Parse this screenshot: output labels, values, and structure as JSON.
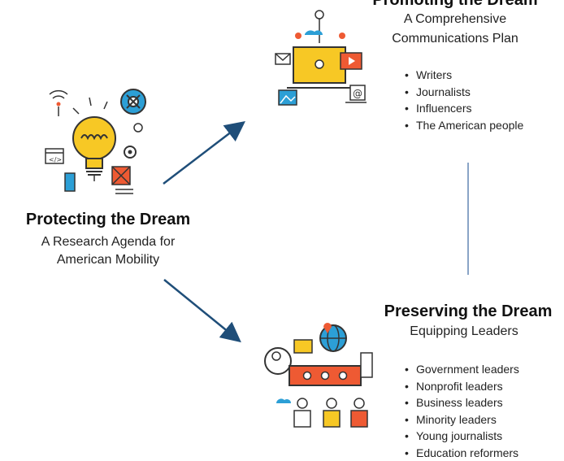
{
  "left": {
    "icon": "lightbulb-idea-icon",
    "title": "Protecting the Dream",
    "subtitle_line1": "A Research Agenda for",
    "subtitle_line2": "American Mobility"
  },
  "top": {
    "icon": "communications-devices-icon",
    "title": "Promoting the Dream",
    "subtitle_line1": "A Comprehensive",
    "subtitle_line2": "Communications Plan",
    "items": [
      "Writers",
      "Journalists",
      "Influencers",
      "The American people"
    ]
  },
  "bottom": {
    "icon": "leaders-network-icon",
    "title": "Preserving the Dream",
    "subtitle": "Equipping Leaders",
    "items": [
      "Government leaders",
      "Nonprofit leaders",
      "Business leaders",
      "Minority leaders",
      "Young journalists",
      "Education reformers"
    ]
  },
  "colors": {
    "arrow": "#1f4e79",
    "connector": "#4a73a8",
    "yellow": "#f7c825",
    "orange": "#ee5a33",
    "blue": "#2c9fd6",
    "dark": "#333333"
  }
}
